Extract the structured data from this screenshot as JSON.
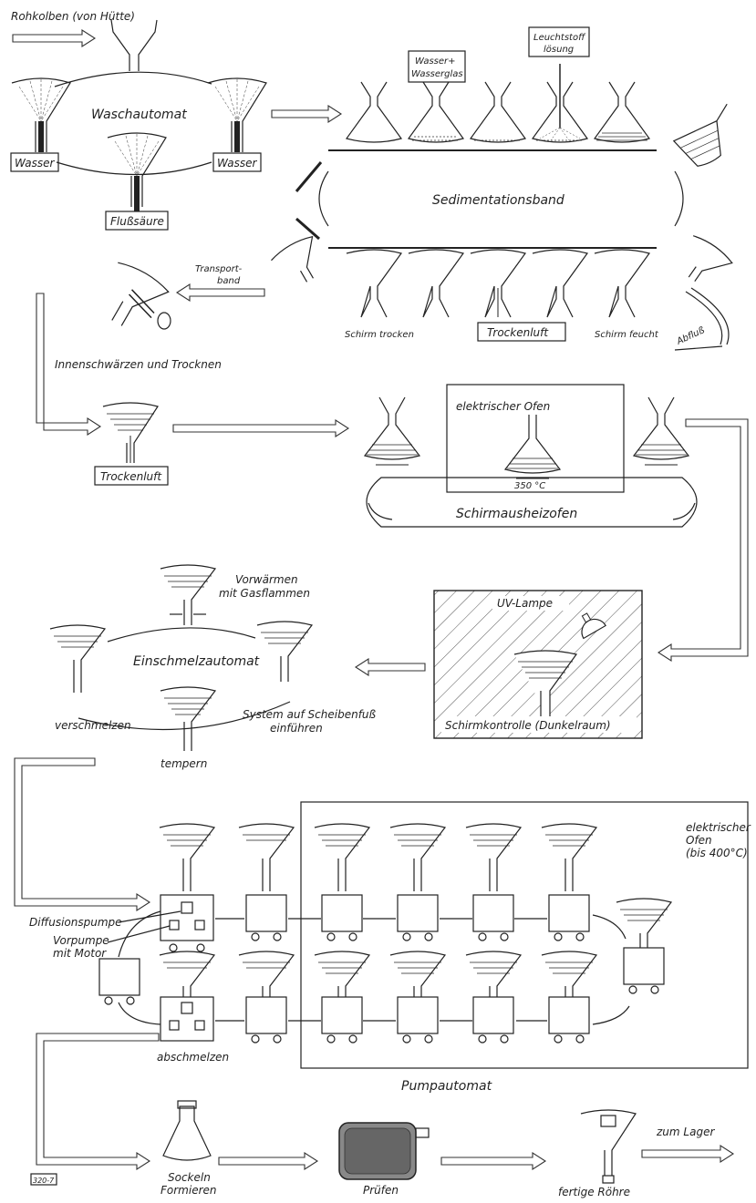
{
  "labels": {
    "rohkolben": "Rohkolben (von Hütte)",
    "waschautomat": "Waschautomat",
    "wasser_left": "Wasser",
    "wasser_right": "Wasser",
    "flusssaeure": "Flußsäure",
    "wasser_wasserglas_1": "Wasser+",
    "wasser_wasserglas_2": "Wasserglas",
    "leuchtstoff_1": "Leuchtstoff",
    "leuchtstoff_2": "lösung",
    "sedimentationsband": "Sedimentationsband",
    "transportband_1": "Transport-",
    "transportband_2": "band",
    "schirm_trocken": "Schirm trocken",
    "trockenluft_top": "Trockenluft",
    "schirm_feucht": "Schirm feucht",
    "abfluss": "Abfluß",
    "innenschwaerzen": "Innenschwärzen und Trocknen",
    "trockenluft_mid": "Trockenluft",
    "elektrischer_ofen": "elektrischer Ofen",
    "temp_350": "350 °C",
    "schirmausheizofen": "Schirmausheizofen",
    "uv_lampe": "UV-Lampe",
    "schirmkontrolle": "Schirmkontrolle (Dunkelraum)",
    "vorwaermen_1": "Vorwärmen",
    "vorwaermen_2": "mit Gasflammen",
    "einschmelzautomat": "Einschmelzautomat",
    "verschmelzen": "verschmelzen",
    "system_1": "System auf Scheibenfuß",
    "system_2": "einführen",
    "tempern": "tempern",
    "elektrischer_ofen2_1": "elektrischer",
    "elektrischer_ofen2_2": "Ofen",
    "elektrischer_ofen2_3": "(bis 400°C)",
    "diffusionspumpe": "Diffusionspumpe",
    "vorpumpe_1": "Vorpumpe",
    "vorpumpe_2": "mit Motor",
    "abschmelzen": "abschmelzen",
    "pumpautomat": "Pumpautomat",
    "sockeln_1": "Sockeln",
    "sockeln_2": "Formieren",
    "pruefen": "Prüfen",
    "fertige_roehre": "fertige Röhre",
    "zum_lager": "zum Lager",
    "fig_id": "320-7"
  }
}
